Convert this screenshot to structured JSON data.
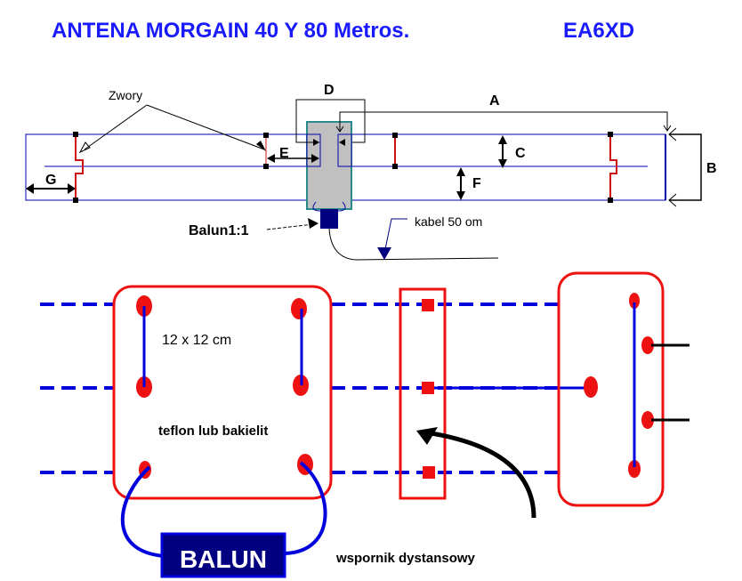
{
  "title": "ANTENA MORGAIN 40 Y 80 Metros.",
  "callsign": "EA6XD",
  "top_diagram": {
    "labels": {
      "zwory": "Zwory",
      "a": "A",
      "b": "B",
      "c": "C",
      "d": "D",
      "e": "E",
      "f": "F",
      "g": "G",
      "balun": "Balun1:1",
      "cable": "kabel 50 om"
    }
  },
  "bottom_diagram": {
    "size": "12 x 12 cm",
    "material": "teflon lub bakielit",
    "spacer": "wspornik dystansowy",
    "balun_box": "BALUN"
  },
  "colors": {
    "title": "#1a1aff",
    "wire": "#0000cc",
    "red": "#ee1111",
    "gray": "#c0c0c0",
    "teal": "#2a8a8a",
    "navy": "#000080"
  }
}
